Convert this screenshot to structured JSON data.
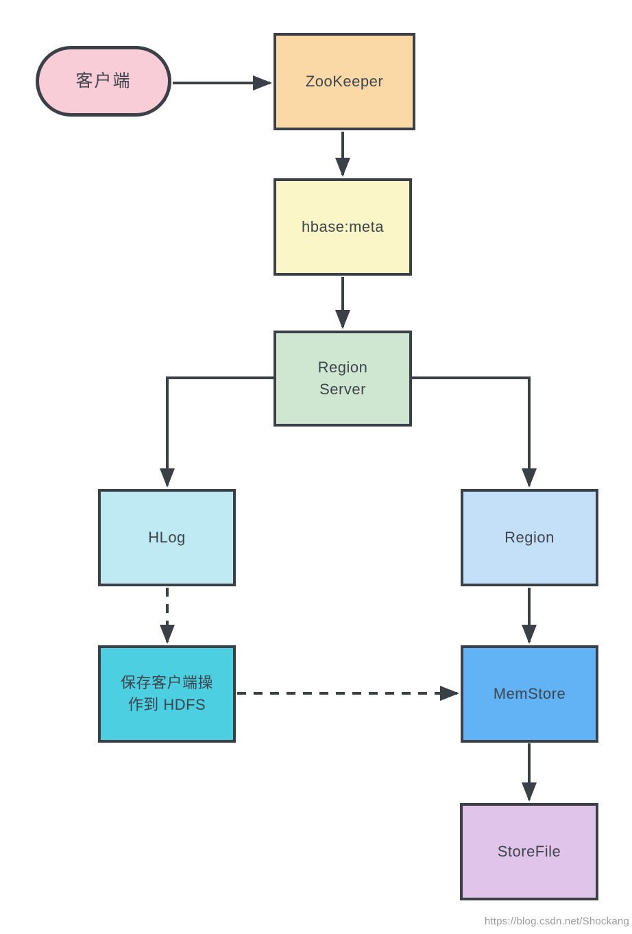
{
  "diagram": {
    "type": "flowchart",
    "topic": "HBase write/read path architecture",
    "nodes": {
      "client": {
        "label": "客户端",
        "fill": "#f9cdd8",
        "shape": "pill"
      },
      "zookeeper": {
        "label": "ZooKeeper",
        "fill": "#fbd9a7",
        "shape": "rect"
      },
      "hbase_meta": {
        "label": "hbase:meta",
        "fill": "#faf6c7",
        "shape": "rect"
      },
      "region_server": {
        "label": "Region\nServer",
        "fill": "#cfe7d1",
        "shape": "rect"
      },
      "hlog": {
        "label": "HLog",
        "fill": "#bfeaf3",
        "shape": "rect"
      },
      "region": {
        "label": "Region",
        "fill": "#c3e0f8",
        "shape": "rect"
      },
      "save_hdfs": {
        "label": "保存客户端操\n作到 HDFS",
        "fill": "#4ccfe1",
        "shape": "rect"
      },
      "memstore": {
        "label": "MemStore",
        "fill": "#62b3f5",
        "shape": "rect"
      },
      "storefile": {
        "label": "StoreFile",
        "fill": "#e0c4ea",
        "shape": "rect"
      }
    },
    "edges": [
      {
        "from": "client",
        "to": "zookeeper",
        "style": "solid"
      },
      {
        "from": "zookeeper",
        "to": "hbase_meta",
        "style": "solid"
      },
      {
        "from": "hbase_meta",
        "to": "region_server",
        "style": "solid"
      },
      {
        "from": "region_server",
        "to": "hlog",
        "style": "solid"
      },
      {
        "from": "region_server",
        "to": "region",
        "style": "solid"
      },
      {
        "from": "hlog",
        "to": "save_hdfs",
        "style": "dashed"
      },
      {
        "from": "region",
        "to": "memstore",
        "style": "solid"
      },
      {
        "from": "save_hdfs",
        "to": "memstore",
        "style": "dashed"
      },
      {
        "from": "memstore",
        "to": "storefile",
        "style": "solid"
      }
    ],
    "colors": {
      "border": "#3b3f46",
      "text": "#3f454d",
      "line": "#3b3f46",
      "watermark": "#9a9a9a",
      "bg": "#ffffff"
    },
    "watermark": "https://blog.csdn.net/Shockang"
  }
}
